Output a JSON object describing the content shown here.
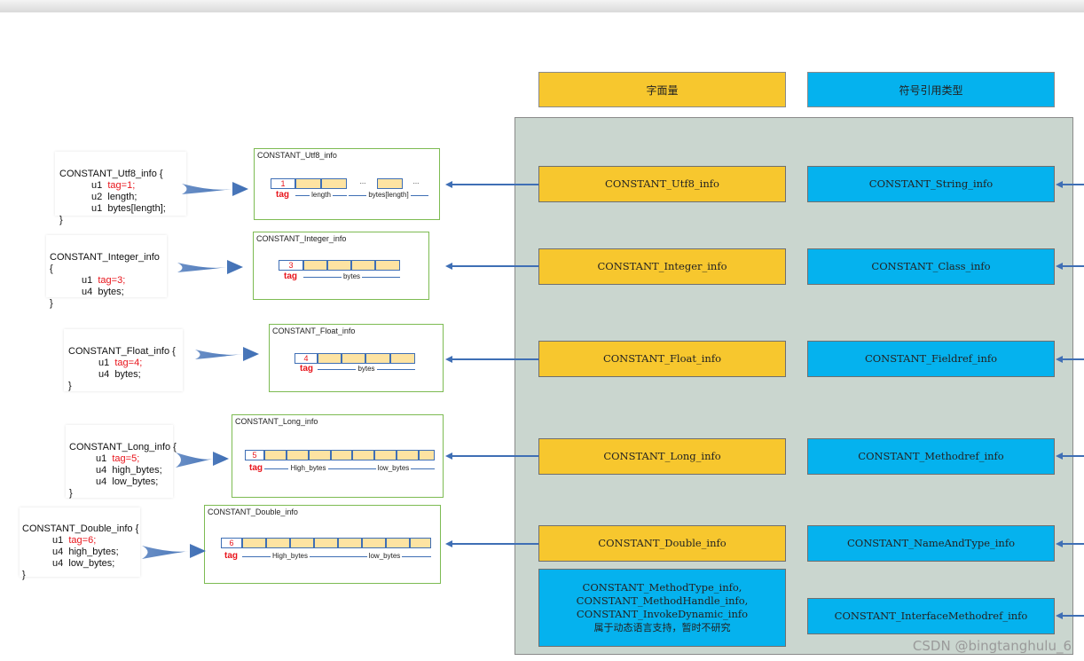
{
  "header": {
    "literal": "字面量",
    "symbolic": "符号引用类型"
  },
  "literal_boxes": [
    "CONSTANT_Utf8_info",
    "CONSTANT_Integer_info",
    "CONSTANT_Float_info",
    "CONSTANT_Long_info",
    "CONSTANT_Double_info"
  ],
  "dynamic_box": {
    "lines": [
      "CONSTANT_MethodType_info,",
      "CONSTANT_MethodHandle_info,",
      "CONSTANT_InvokeDynamic_info",
      "属于动态语言支持，暂时不研究"
    ]
  },
  "symbolic_boxes": [
    "CONSTANT_String_info",
    "CONSTANT_Class_info",
    "CONSTANT_Fieldref_info",
    "CONSTANT_Methodref_info",
    "CONSTANT_NameAndType_info",
    "CONSTANT_InterfaceMethodref_info"
  ],
  "structs": [
    {
      "name": "CONSTANT_Utf8_info {",
      "fields": [
        [
          "u1",
          "tag=1;"
        ],
        [
          "u2",
          "length;"
        ],
        [
          "u1",
          "bytes[length];"
        ]
      ],
      "close": "}"
    },
    {
      "name": "CONSTANT_Integer_info",
      "open": "{",
      "fields": [
        [
          "u1",
          "tag=3;"
        ],
        [
          "u4",
          "bytes;"
        ]
      ],
      "close": "}"
    },
    {
      "name": "CONSTANT_Float_info {",
      "fields": [
        [
          "u1",
          "tag=4;"
        ],
        [
          "u4",
          "bytes;"
        ]
      ],
      "close": "}"
    },
    {
      "name": "CONSTANT_Long_info {",
      "fields": [
        [
          "u1",
          "tag=5;"
        ],
        [
          "u4",
          "high_bytes;"
        ],
        [
          "u4",
          "low_bytes;"
        ]
      ],
      "close": "}"
    },
    {
      "name": "CONSTANT_Double_info {",
      "fields": [
        [
          "u1",
          "tag=6;"
        ],
        [
          "u4",
          "high_bytes;"
        ],
        [
          "u4",
          "low_bytes;"
        ]
      ],
      "close": "}"
    }
  ],
  "diagrams": [
    {
      "title": "CONSTANT_Utf8_info",
      "tag": "1",
      "tag_label": "tag",
      "ranges": [
        "length",
        "bytes[length]"
      ],
      "ellipsis": "..."
    },
    {
      "title": "CONSTANT_Integer_info",
      "tag": "3",
      "tag_label": "tag",
      "ranges": [
        "bytes"
      ]
    },
    {
      "title": "CONSTANT_Float_info",
      "tag": "4",
      "tag_label": "tag",
      "ranges": [
        "bytes"
      ]
    },
    {
      "title": "CONSTANT_Long_info",
      "tag": "5",
      "tag_label": "tag",
      "ranges": [
        "High_bytes",
        "low_bytes"
      ]
    },
    {
      "title": "CONSTANT_Double_info",
      "tag": "6",
      "tag_label": "tag",
      "ranges": [
        "High_bytes",
        "low_bytes"
      ]
    }
  ],
  "watermark": "CSDN @bingtanghulu_6",
  "colors": {
    "literal": "#f7c72e",
    "symbolic": "#05b2ee",
    "panel": "#cad6cf",
    "arrow": "#3f6fb5",
    "tag": "#e8141b"
  }
}
